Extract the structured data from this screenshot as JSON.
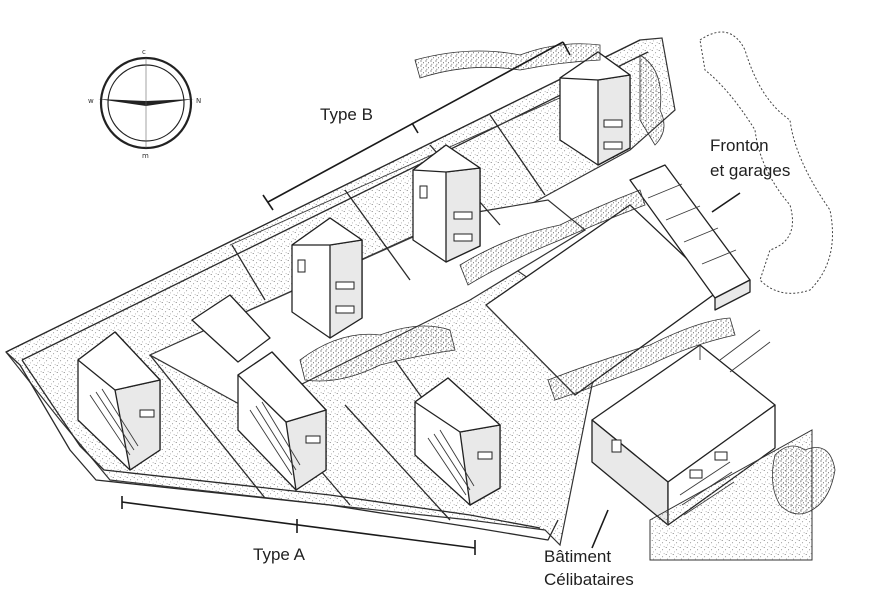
{
  "labels": {
    "type_b": "Type B",
    "type_a": "Type A",
    "fronton_line1": "Fronton",
    "fronton_line2": "et garages",
    "batiment_line1": "Bâtiment",
    "batiment_line2": "Célibataires"
  },
  "compass": {
    "icon": "compass-rose-icon"
  },
  "colors": {
    "ink": "#1f1f1f",
    "paper": "#ffffff",
    "stipple": "#6a6a6a"
  }
}
